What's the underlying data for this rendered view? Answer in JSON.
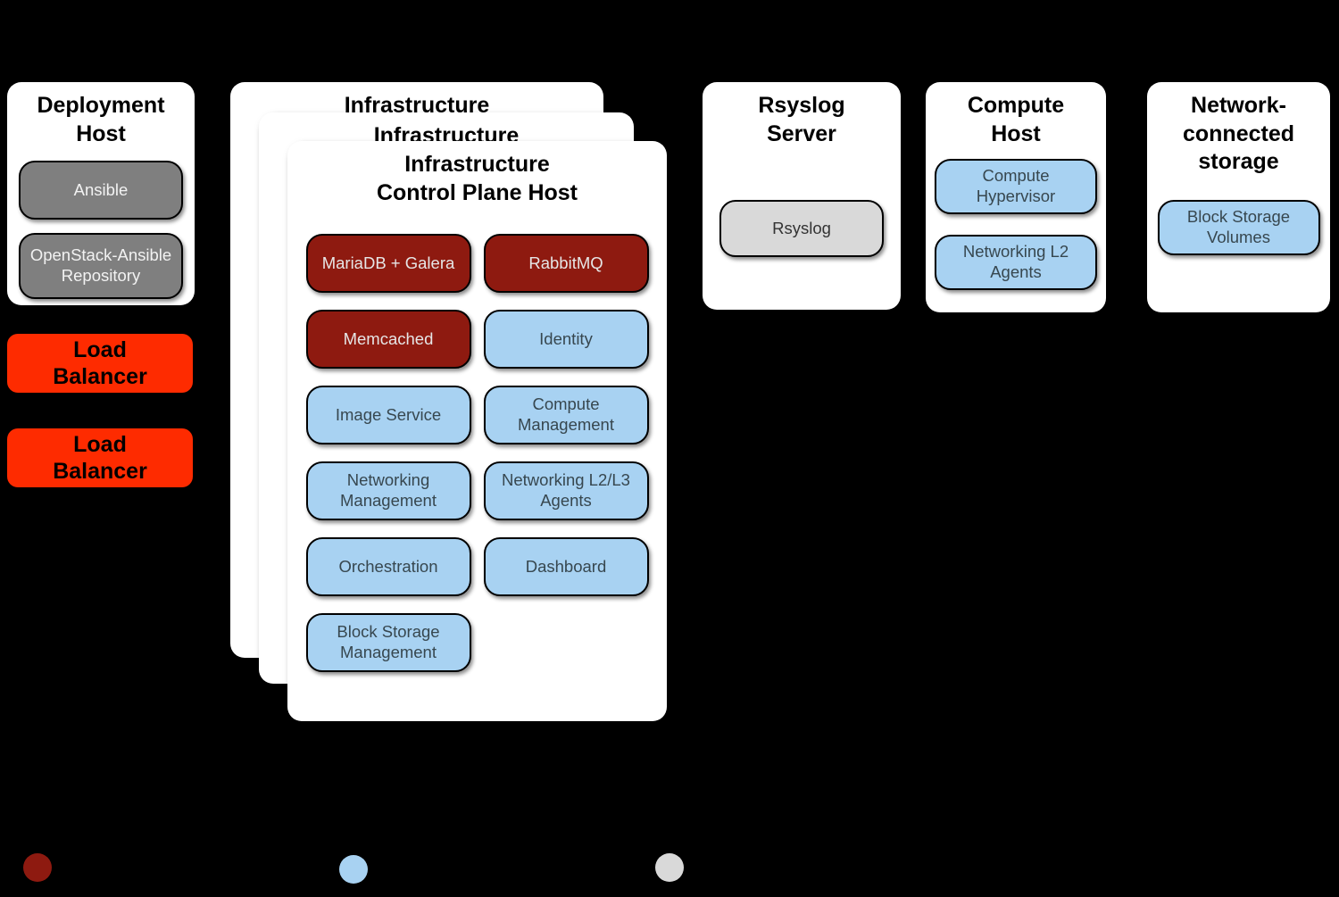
{
  "colors": {
    "background": "#000000",
    "card_bg": "#ffffff",
    "dark_red": "#8e1a10",
    "light_blue": "#a8d2f2",
    "gray": "#7f7f7f",
    "light_gray": "#d9d9d9",
    "load_balancer_red": "#fe2b00",
    "border_black": "#000000"
  },
  "deployment_host": {
    "title": "Deployment\nHost",
    "items": [
      {
        "label": "Ansible",
        "type": "gray"
      },
      {
        "label": "OpenStack-Ansible Repository",
        "type": "gray"
      }
    ]
  },
  "load_balancers": [
    {
      "label": "Load\nBalancer"
    },
    {
      "label": "Load\nBalancer"
    }
  ],
  "infrastructure": {
    "stack_titles": [
      "Infrastructure",
      "Infrastructure"
    ],
    "title": "Infrastructure\nControl Plane Host",
    "boxes": [
      {
        "label": "MariaDB + Galera",
        "type": "dark_red"
      },
      {
        "label": "RabbitMQ",
        "type": "dark_red"
      },
      {
        "label": "Memcached",
        "type": "dark_red"
      },
      {
        "label": "Identity",
        "type": "light_blue"
      },
      {
        "label": "Image Service",
        "type": "light_blue"
      },
      {
        "label": "Compute Management",
        "type": "light_blue"
      },
      {
        "label": "Networking Management",
        "type": "light_blue"
      },
      {
        "label": "Networking L2/L3 Agents",
        "type": "light_blue"
      },
      {
        "label": "Orchestration",
        "type": "light_blue"
      },
      {
        "label": "Dashboard",
        "type": "light_blue"
      },
      {
        "label": "Block Storage Management",
        "type": "light_blue"
      }
    ]
  },
  "rsyslog_server": {
    "title": "Rsyslog\nServer",
    "items": [
      {
        "label": "Rsyslog",
        "type": "light_gray"
      }
    ]
  },
  "compute_host": {
    "title": "Compute\nHost",
    "items": [
      {
        "label": "Compute Hypervisor",
        "type": "light_blue"
      },
      {
        "label": "Networking L2 Agents",
        "type": "light_blue"
      }
    ]
  },
  "network_storage": {
    "title": "Network-\nconnected\nstorage",
    "items": [
      {
        "label": "Block Storage Volumes",
        "type": "light_blue"
      }
    ]
  },
  "legend": {
    "dots": [
      {
        "name": "dark-red-dot",
        "color": "#8e1a10"
      },
      {
        "name": "light-blue-dot",
        "color": "#a8d2f2"
      },
      {
        "name": "light-gray-dot",
        "color": "#d9d9d9"
      }
    ]
  }
}
